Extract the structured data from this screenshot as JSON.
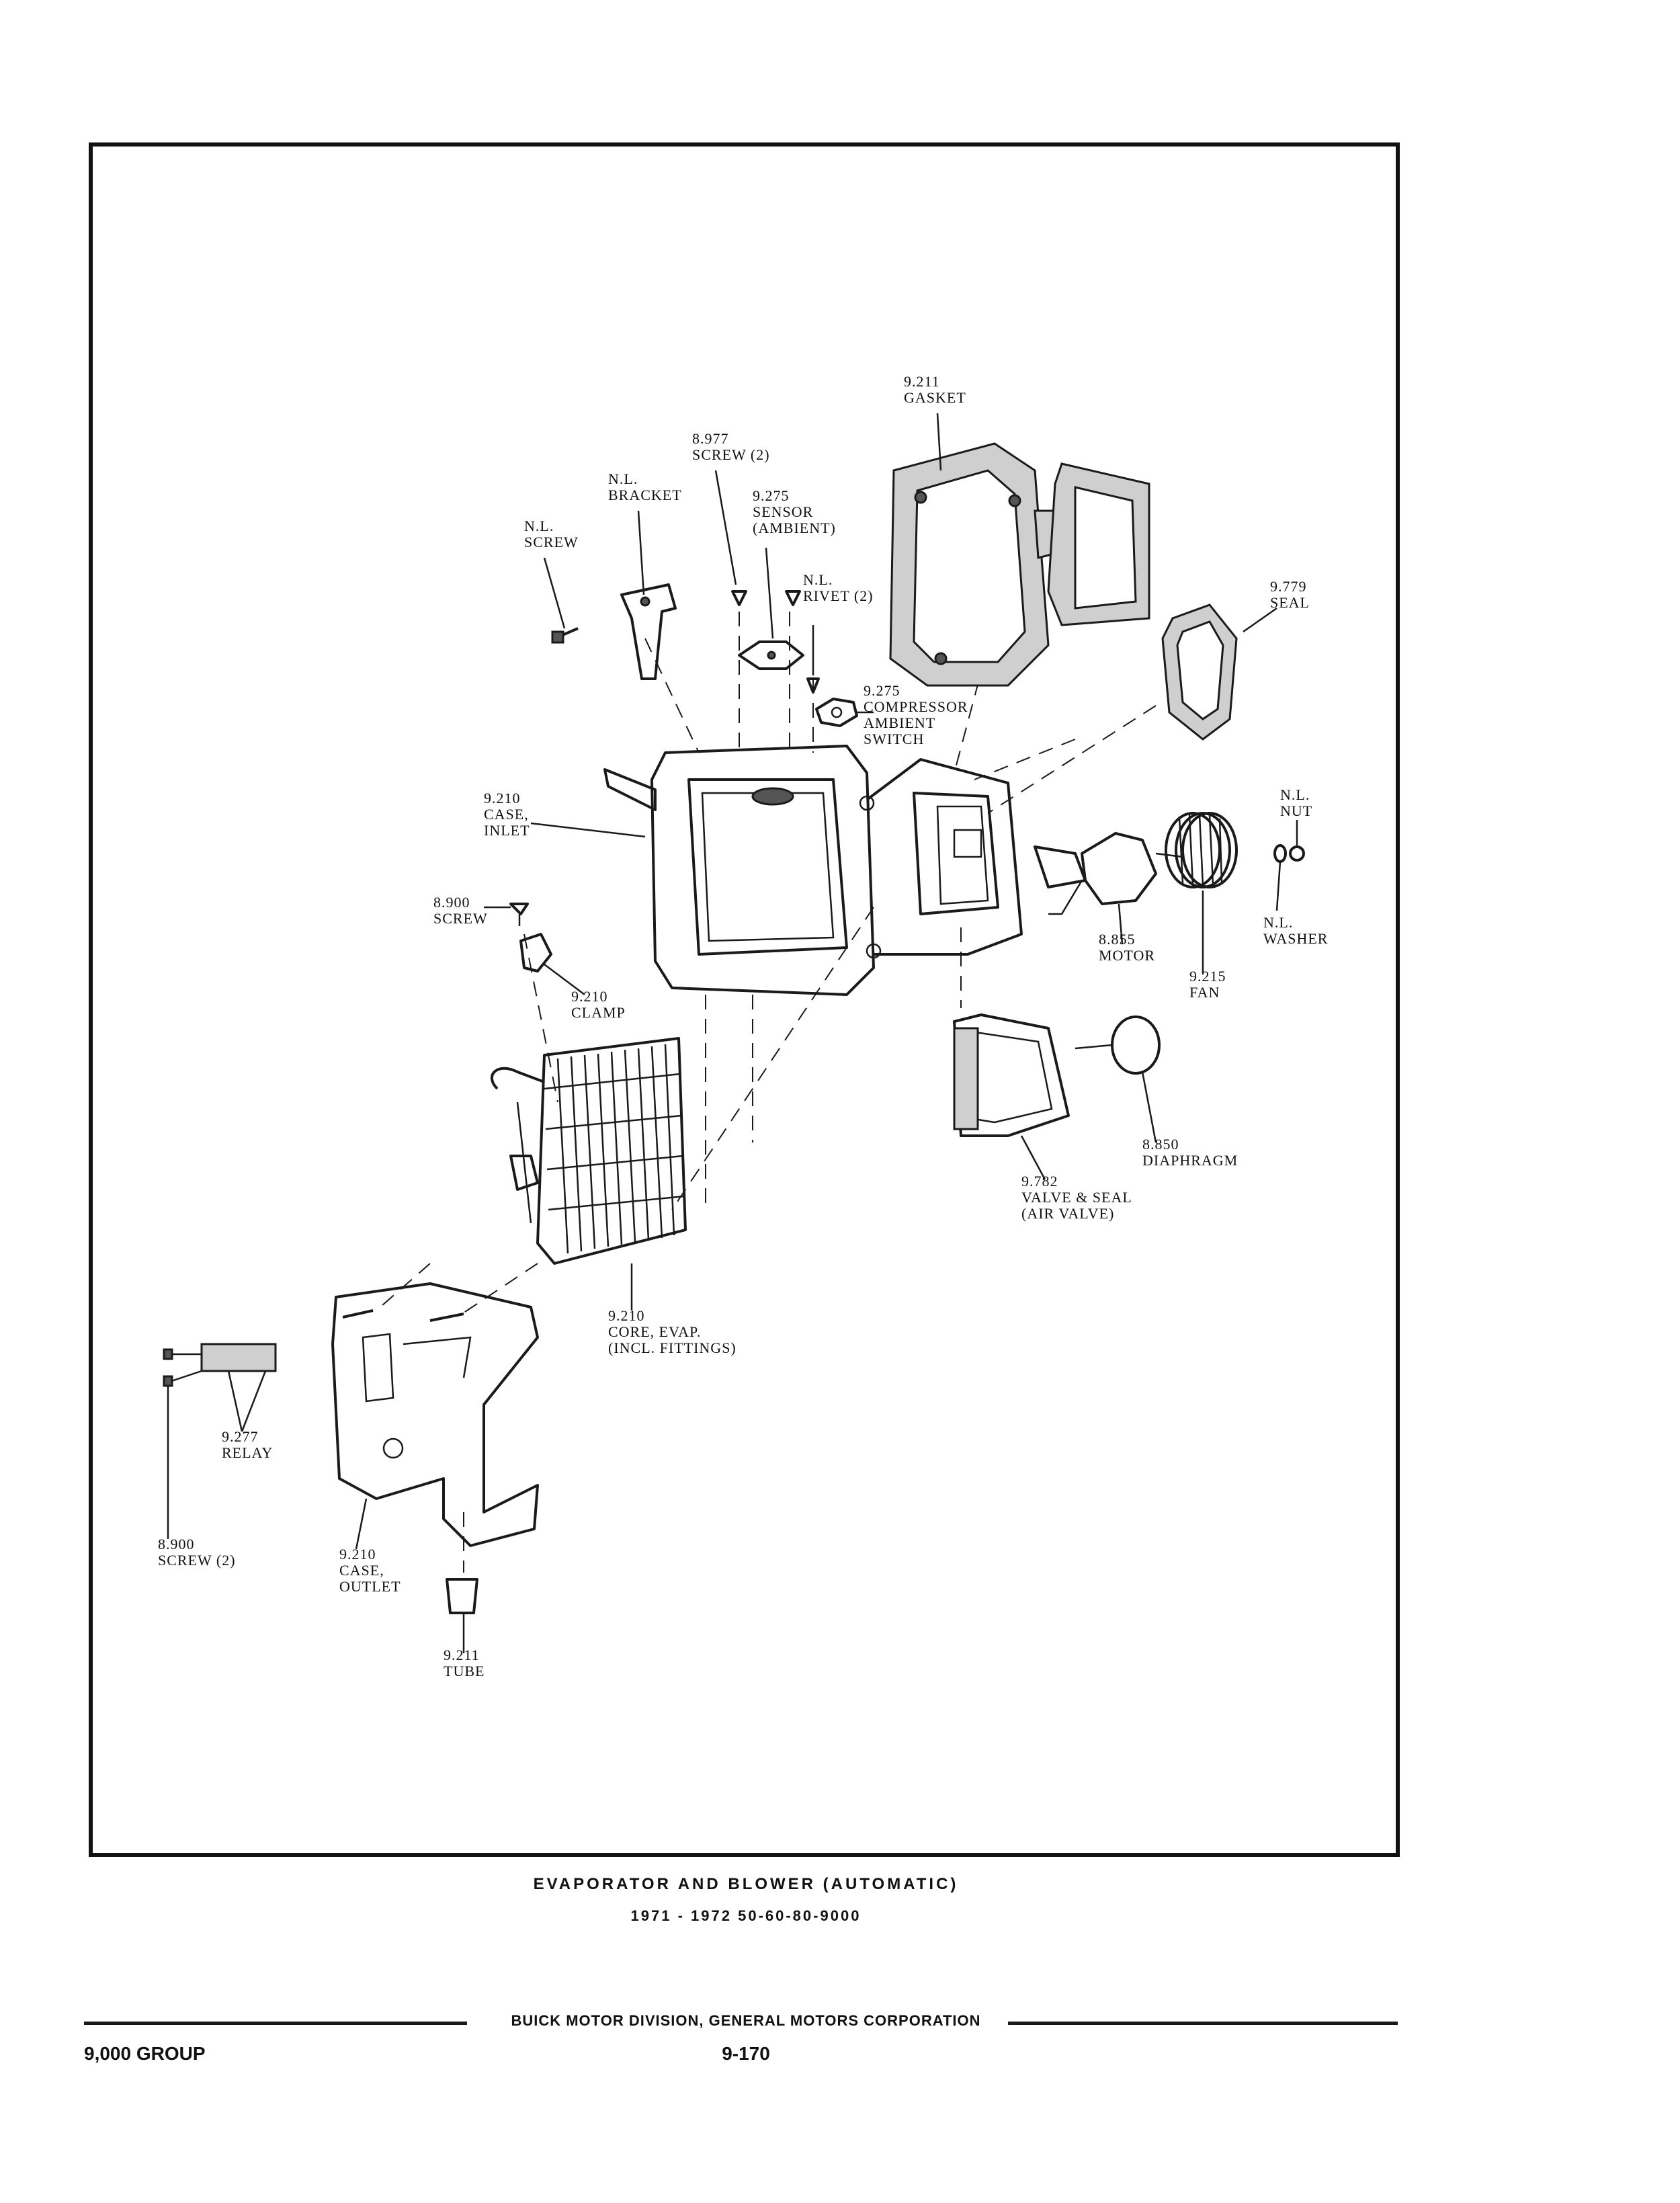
{
  "callouts": {
    "gasket": [
      "9.211",
      "GASKET"
    ],
    "screw_2_top": [
      "8.977",
      "SCREW (2)"
    ],
    "bracket": [
      "N.L.",
      "BRACKET"
    ],
    "sensor": [
      "9.275",
      "SENSOR",
      "(AMBIENT)"
    ],
    "screw_nl": [
      "N.L.",
      "SCREW"
    ],
    "rivet": [
      "N.L.",
      "RIVET (2)"
    ],
    "seal": [
      "9.779",
      "SEAL"
    ],
    "compressor_switch": [
      "9.275",
      "COMPRESSOR",
      "AMBIENT",
      "SWITCH"
    ],
    "case_inlet": [
      "9.210",
      "CASE,",
      "INLET"
    ],
    "nut": [
      "N.L.",
      "NUT"
    ],
    "screw_8900": [
      "8.900",
      "SCREW"
    ],
    "washer": [
      "N.L.",
      "WASHER"
    ],
    "motor": [
      "8.855",
      "MOTOR"
    ],
    "fan": [
      "9.215",
      "FAN"
    ],
    "clamp": [
      "9.210",
      "CLAMP"
    ],
    "diaphragm": [
      "8.850",
      "DIAPHRAGM"
    ],
    "valve_seal": [
      "9.782",
      "VALVE & SEAL",
      "(AIR VALVE)"
    ],
    "core": [
      "9.210",
      "CORE, EVAP.",
      "(INCL. FITTINGS)"
    ],
    "relay": [
      "9.277",
      "RELAY"
    ],
    "screw_2_bottom": [
      "8.900",
      "SCREW (2)"
    ],
    "case_outlet": [
      "9.210",
      "CASE,",
      "OUTLET"
    ],
    "tube": [
      "9.211",
      "TUBE"
    ]
  },
  "caption": {
    "title": "EVAPORATOR AND BLOWER (AUTOMATIC)",
    "years": "1971 - 1972 50-60-80-9000"
  },
  "footer": {
    "division": "BUICK MOTOR DIVISION, GENERAL MOTORS CORPORATION",
    "group": "9,000 GROUP",
    "page": "9-170"
  }
}
